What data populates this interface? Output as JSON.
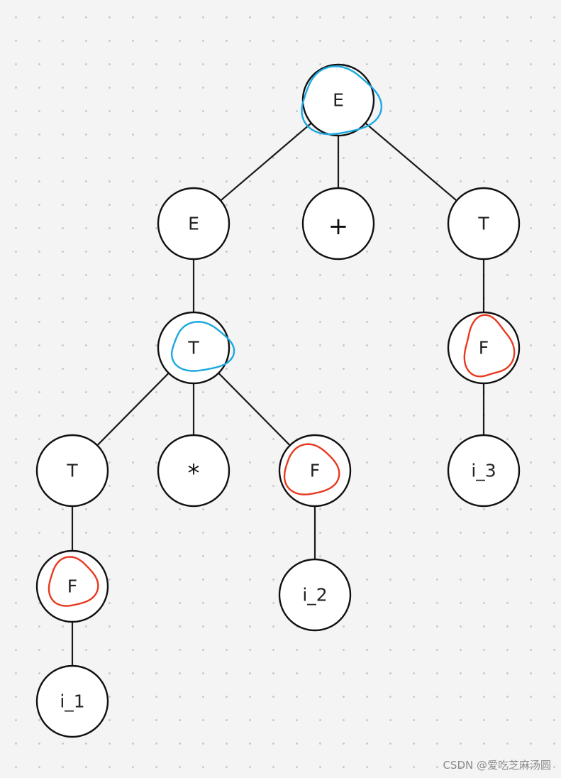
{
  "diagram": {
    "type": "parse-tree",
    "nodes": [
      {
        "id": "n1",
        "label": "E",
        "kind": "symbol"
      },
      {
        "id": "n2",
        "label": "E",
        "kind": "symbol"
      },
      {
        "id": "n3",
        "label": "+",
        "kind": "operator"
      },
      {
        "id": "n4",
        "label": "T",
        "kind": "symbol"
      },
      {
        "id": "n5",
        "label": "T",
        "kind": "symbol"
      },
      {
        "id": "n6",
        "label": "F",
        "kind": "symbol"
      },
      {
        "id": "n7",
        "label": "T",
        "kind": "symbol"
      },
      {
        "id": "n8",
        "label": "*",
        "kind": "operator"
      },
      {
        "id": "n9",
        "label": "F",
        "kind": "symbol"
      },
      {
        "id": "n10",
        "label": "i_3",
        "kind": "terminal"
      },
      {
        "id": "n11",
        "label": "F",
        "kind": "symbol"
      },
      {
        "id": "n12",
        "label": "i_2",
        "kind": "terminal"
      },
      {
        "id": "n13",
        "label": "i_1",
        "kind": "terminal"
      }
    ],
    "edges": [
      [
        "n1",
        "n2"
      ],
      [
        "n1",
        "n3"
      ],
      [
        "n1",
        "n4"
      ],
      [
        "n2",
        "n5"
      ],
      [
        "n4",
        "n6"
      ],
      [
        "n5",
        "n7"
      ],
      [
        "n5",
        "n8"
      ],
      [
        "n5",
        "n9"
      ],
      [
        "n6",
        "n10"
      ],
      [
        "n7",
        "n11"
      ],
      [
        "n9",
        "n12"
      ],
      [
        "n11",
        "n13"
      ]
    ],
    "highlights": [
      {
        "node": "n1",
        "color": "#1ba8e0"
      },
      {
        "node": "n5",
        "color": "#1ba8e0"
      },
      {
        "node": "n6",
        "color": "#e8391f"
      },
      {
        "node": "n9",
        "color": "#e8391f"
      },
      {
        "node": "n11",
        "color": "#e8391f"
      }
    ]
  },
  "watermark": "CSDN @爱吃芝麻汤圆"
}
